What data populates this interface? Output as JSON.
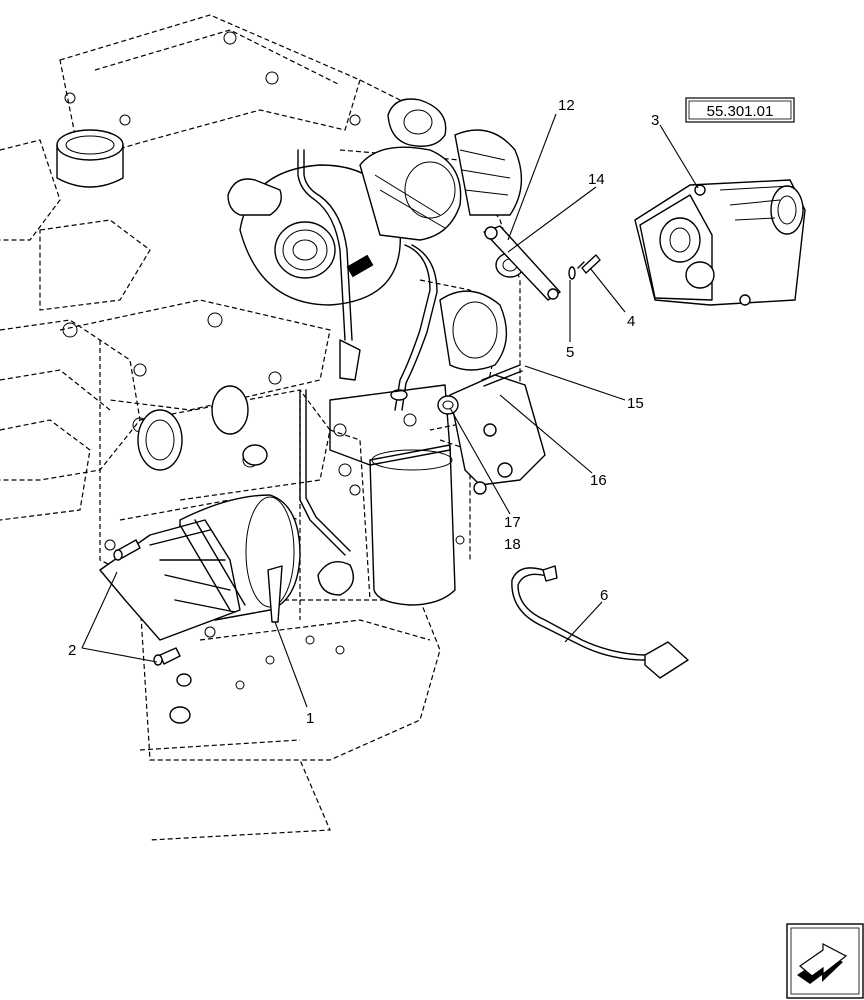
{
  "reference_box": "55.301.01",
  "callouts": {
    "c1": "1",
    "c2": "2",
    "c3": "3",
    "c4": "4",
    "c5": "5",
    "c6": "6",
    "c12": "12",
    "c14": "14",
    "c15": "15",
    "c16": "16",
    "c17": "17",
    "c18": "18"
  },
  "icons": {
    "navigation": "arrow-box-icon"
  }
}
